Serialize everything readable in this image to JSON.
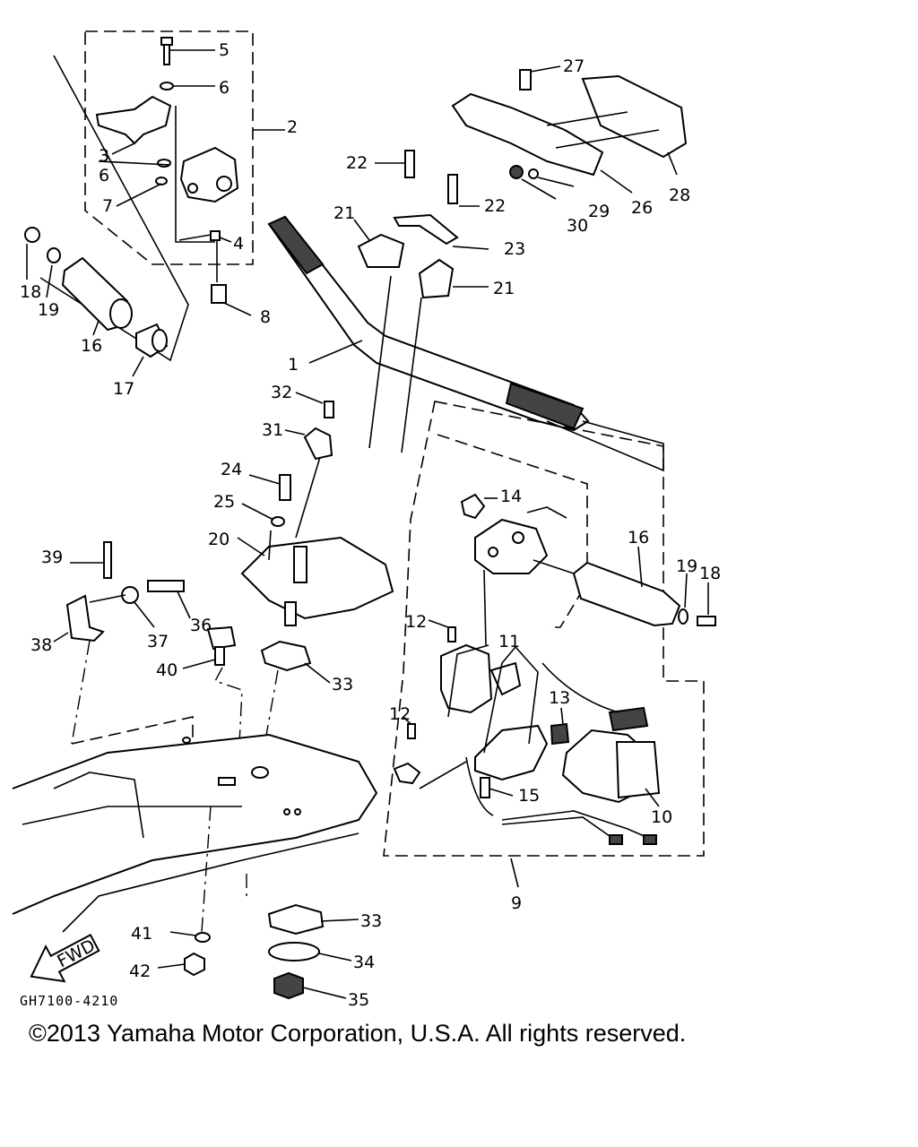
{
  "diagram": {
    "part_code": "GH7100-4210",
    "fwd_label": "FWD",
    "copyright": "©2013 Yamaha Motor Corporation, U.S.A. All rights reserved.",
    "callouts": [
      "1",
      "2",
      "3",
      "4",
      "5",
      "6",
      "6",
      "7",
      "8",
      "9",
      "10",
      "11",
      "12",
      "12",
      "13",
      "14",
      "15",
      "16",
      "16",
      "17",
      "18",
      "18",
      "19",
      "19",
      "20",
      "21",
      "21",
      "22",
      "22",
      "23",
      "24",
      "25",
      "26",
      "27",
      "28",
      "29",
      "30",
      "31",
      "32",
      "33",
      "33",
      "34",
      "35",
      "36",
      "37",
      "38",
      "39",
      "40",
      "41",
      "42"
    ]
  }
}
